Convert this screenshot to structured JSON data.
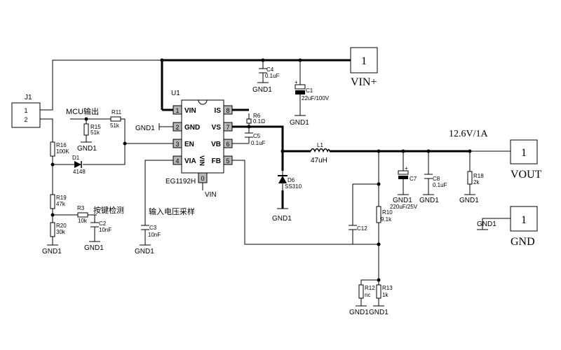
{
  "ports": {
    "vin": {
      "pin": "1",
      "label": "VIN+"
    },
    "vout": {
      "pin": "1",
      "label": "VOUT"
    },
    "gnd": {
      "pin": "1",
      "label": "GND"
    }
  },
  "output_spec": "12.6V/1A",
  "ic": {
    "ref": "U1",
    "part": "EG1192H",
    "left_pins": [
      {
        "num": "1",
        "name": "VIN"
      },
      {
        "num": "2",
        "name": "GND"
      },
      {
        "num": "3",
        "name": "EN"
      },
      {
        "num": "4",
        "name": "VIA"
      }
    ],
    "right_pins": [
      {
        "num": "8",
        "name": "IS"
      },
      {
        "num": "7",
        "name": "VS"
      },
      {
        "num": "6",
        "name": "VB"
      },
      {
        "num": "5",
        "name": "FB"
      }
    ],
    "bottom_pin_num": "0",
    "bottom_pin_label": "VIN",
    "vertical_label": "VIN"
  },
  "connector": {
    "ref": "J1",
    "pin1": "1",
    "pin2": "2"
  },
  "notes": {
    "mcu_out": "MCU输出",
    "key_detect": "按键检测",
    "input_sample": "输入电压采样"
  },
  "gnd_label": "GND1",
  "components": {
    "R16": {
      "ref": "R16",
      "value": "100K"
    },
    "R15": {
      "ref": "R15",
      "value": "51k"
    },
    "R11": {
      "ref": "R11",
      "value": "51k"
    },
    "D1": {
      "ref": "D1",
      "value": "4148"
    },
    "R19": {
      "ref": "R19",
      "value": "47k"
    },
    "R20": {
      "ref": "R20",
      "value": "30k"
    },
    "R3": {
      "ref": "R3",
      "value": "10k"
    },
    "C2": {
      "ref": "C2",
      "value": "10nF"
    },
    "C3": {
      "ref": "C3",
      "value": "10nF"
    },
    "C4": {
      "ref": "C4",
      "value": "0.1uF"
    },
    "C1": {
      "ref": "C1",
      "value": "22uF/100V"
    },
    "R6": {
      "ref": "R6",
      "value": "0.1Ω"
    },
    "C5": {
      "ref": "C5",
      "value": "0.1uF"
    },
    "L1": {
      "ref": "L1",
      "value": "47uH"
    },
    "D6": {
      "ref": "D6",
      "value": "SS310"
    },
    "C7": {
      "ref": "C7",
      "value": "220uF/25V"
    },
    "C8": {
      "ref": "C8",
      "value": "0.1uF"
    },
    "R18": {
      "ref": "R18",
      "value": "2k"
    },
    "C12": {
      "ref": "C12",
      "value": ""
    },
    "R10": {
      "ref": "R10",
      "value": "9.1k"
    },
    "R12": {
      "ref": "R12",
      "value": "nc"
    },
    "R13": {
      "ref": "R13",
      "value": "1k"
    }
  }
}
